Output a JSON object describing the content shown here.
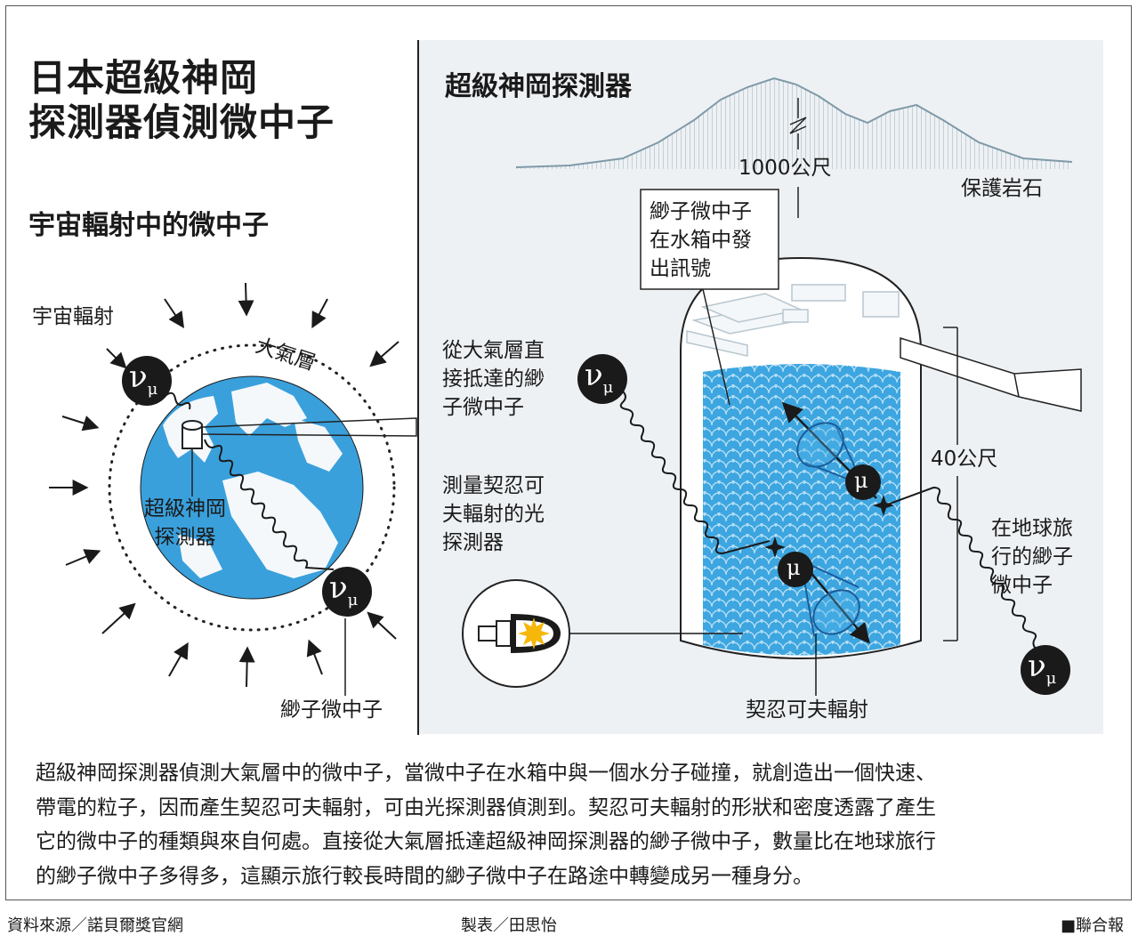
{
  "title_line1": "日本超級神岡",
  "title_line2": "探測器偵測微中子",
  "left_heading": "宇宙輻射中的微中子",
  "right_heading": "超級神岡探測器",
  "left_labels": {
    "cosmic_rays": "宇宙輻射",
    "atmosphere": "大氣層",
    "detector": "超級神岡\n探測器",
    "muon_neutrino": "緲子微中子"
  },
  "right_labels": {
    "depth": "1000公尺",
    "rock": "保護岩石",
    "signal": "緲子微中子\n在水箱中發\n出訊號",
    "direct": "從大氣層直\n接抵達的緲\n子微中子",
    "photodetector": "測量契忍可\n夫輻射的光\n探測器",
    "height": "40公尺",
    "through_earth": "在地球旅\n行的緲子\n微中子",
    "cherenkov": "契忍可夫輻射"
  },
  "symbols": {
    "neutrino_base": "ν",
    "neutrino_sub": "μ",
    "muon": "μ"
  },
  "paragraph": "超級神岡探測器偵測大氣層中的微中子，當微中子在水箱中與一個水分子碰撞，就創造出一個快速、\n帶電的粒子，因而產生契忍可夫輻射，可由光探測器偵測到。契忍可夫輻射的形狀和密度透露了產生\n它的微中子的種類與來自何處。直接從大氣層抵達超級神岡探測器的緲子微中子，數量比在地球旅行\n的緲子微中子多得多，這顯示旅行較長時間的緲子微中子在路途中轉變成另一種身分。",
  "footer": {
    "source": "資料來源／諾貝爾獎官網",
    "credit": "製表／田思怡",
    "publisher": "■聯合報"
  },
  "colors": {
    "earth_ocean": "#3aa0dc",
    "earth_land": "#f4f8fb",
    "water": "#4ab0e6",
    "panel_bg": "#eef1f4"
  }
}
